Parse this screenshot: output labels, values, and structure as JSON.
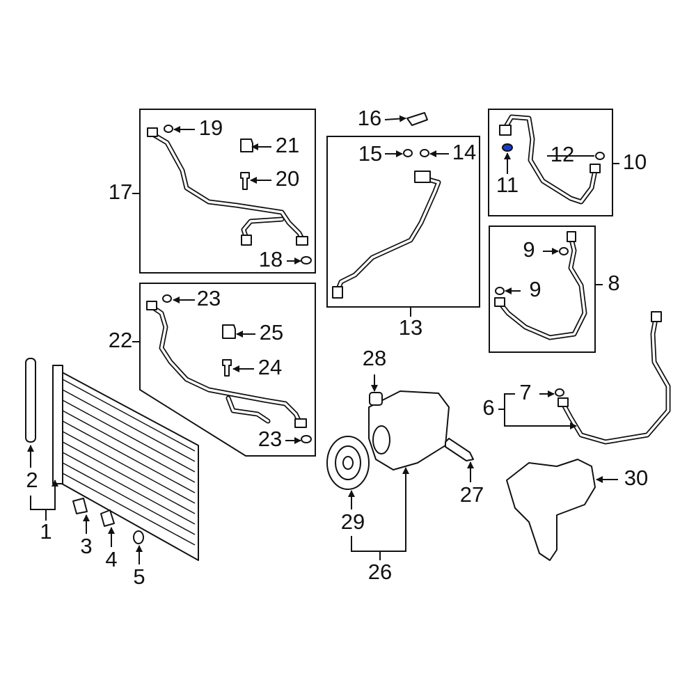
{
  "diagram": {
    "title": "A/C condenser, compressor and lines - parts diagram",
    "highlight_color": "#1a3cc8",
    "callouts": {
      "p1": "1",
      "p2": "2",
      "p3": "3",
      "p4": "4",
      "p5": "5",
      "p6": "6",
      "p7": "7",
      "p8": "8",
      "p9a": "9",
      "p9b": "9",
      "p10": "10",
      "p11": "11",
      "p12": "12",
      "p13": "13",
      "p14": "14",
      "p15": "15",
      "p16": "16",
      "p17": "17",
      "p18": "18",
      "p19": "19",
      "p20": "20",
      "p21": "21",
      "p22": "22",
      "p23a": "23",
      "p23b": "23",
      "p24": "24",
      "p25": "25",
      "p26": "26",
      "p27": "27",
      "p28": "28",
      "p29": "29",
      "p30": "30"
    }
  }
}
